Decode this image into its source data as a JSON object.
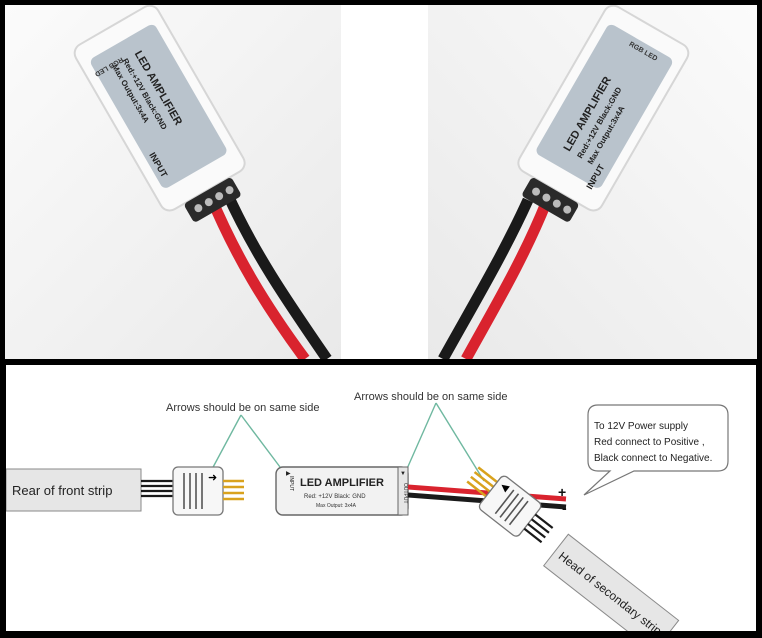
{
  "photos": {
    "left": {
      "label_rgb": "RGB LED",
      "title": "LED AMPLIFIER",
      "spec_line1": "Red:+12V Black:GND",
      "spec_line2": "Max Output:3x4A",
      "input_label": "INPUT"
    },
    "right": {
      "label_rgb": "RGB LED",
      "title": "LED AMPLIFIER",
      "spec_line1": "Red:+12V Black:GND",
      "spec_line2": "Max Output:3x4A",
      "input_label": "INPUT"
    }
  },
  "diagram": {
    "arrows_note_left": "Arrows should be on same side",
    "arrows_note_right": "Arrows should be on same side",
    "rear_strip_label": "Rear of front strip",
    "amplifier_title": "LED AMPLIFIER",
    "amplifier_spec": "Red: +12V  Black: GND",
    "amplifier_output": "Max Output: 3x4A",
    "output_label": "OUTPUT",
    "input_label": "INPUT",
    "power_callout_line1": "To 12V Power supply",
    "power_callout_line2": "Red connect to Positive ,",
    "power_callout_line3": "Black connect to Negative.",
    "plus_sign": "+",
    "minus_sign": "-",
    "head_strip_label": "Head of secondary strip"
  },
  "colors": {
    "wire_red": "#d9232e",
    "wire_black": "#1a1a1a",
    "pointer_green": "#6fb8a0",
    "amplifier_body": "#f2f2f2",
    "label_gray": "#9aa3ad"
  }
}
